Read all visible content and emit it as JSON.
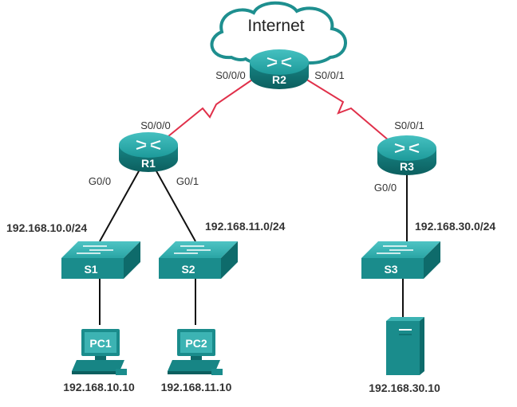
{
  "cloud": {
    "label": "Internet"
  },
  "routers": {
    "r2": {
      "label": "R2",
      "port_left": "S0/0/0",
      "port_right": "S0/0/1"
    },
    "r1": {
      "label": "R1",
      "port_serial": "S0/0/0",
      "port_g0": "G0/0",
      "port_g1": "G0/1"
    },
    "r3": {
      "label": "R3",
      "port_serial": "S0/0/1",
      "port_g0": "G0/0"
    }
  },
  "switches": {
    "s1": {
      "label": "S1"
    },
    "s2": {
      "label": "S2"
    },
    "s3": {
      "label": "S3"
    }
  },
  "networks": {
    "lan1": "192.168.10.0/24",
    "lan2": "192.168.11.0/24",
    "lan3": "192.168.30.0/24"
  },
  "hosts": {
    "pc1": {
      "label": "PC1",
      "ip": "192.168.10.10"
    },
    "pc2": {
      "label": "PC2",
      "ip": "192.168.11.10"
    },
    "server": {
      "ip": "192.168.30.10"
    }
  },
  "colors": {
    "device_teal": "#1a8c8c",
    "device_dark": "#0e6b6b",
    "device_light": "#3cb3b3",
    "serial_link": "#e0304a",
    "ethernet_link": "#111111"
  }
}
